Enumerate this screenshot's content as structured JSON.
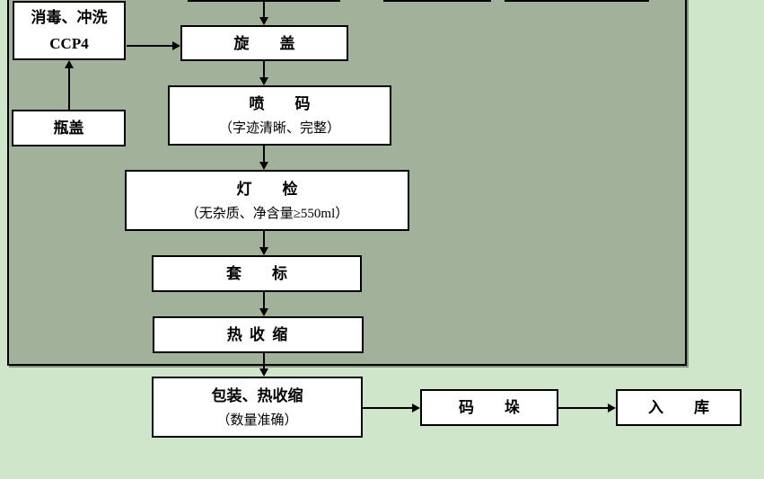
{
  "flowchart": {
    "colors": {
      "background": "#d0e6ca",
      "panel": "#a2b199",
      "panel_border": "#000000",
      "box_fill": "#ffffff",
      "box_border": "#000000",
      "arrow": "#000000",
      "text": "#000000"
    },
    "nodes": {
      "disinfect_rinse": {
        "line1": "消毒、冲洗",
        "line2": "CCP4"
      },
      "bottle_cap": {
        "label": "瓶盖"
      },
      "capping": {
        "label": "旋　　盖"
      },
      "ink_coding": {
        "line1": "喷　　码",
        "line2": "（字迹清晰、完整）"
      },
      "light_inspection": {
        "line1": "灯　　检",
        "line2": "（无杂质、净含量≥550ml）"
      },
      "sleeve_labeling": {
        "label": "套　　标"
      },
      "heat_shrink": {
        "label": "热 收 缩"
      },
      "packing": {
        "line1": "包装、热收缩",
        "line2": "（数量准确）"
      },
      "palletizing": {
        "label": "码　　垛"
      },
      "warehousing": {
        "label": "入　　库"
      }
    },
    "edges": [
      {
        "from": "upstream-cutoff-box",
        "to": "capping",
        "direction": "down"
      },
      {
        "from": "disinfect_rinse",
        "to": "capping",
        "direction": "right"
      },
      {
        "from": "bottle_cap",
        "to": "disinfect_rinse",
        "direction": "up"
      },
      {
        "from": "capping",
        "to": "ink_coding",
        "direction": "down"
      },
      {
        "from": "ink_coding",
        "to": "light_inspection",
        "direction": "down"
      },
      {
        "from": "light_inspection",
        "to": "sleeve_labeling",
        "direction": "down"
      },
      {
        "from": "sleeve_labeling",
        "to": "heat_shrink",
        "direction": "down"
      },
      {
        "from": "heat_shrink",
        "to": "packing",
        "direction": "down"
      },
      {
        "from": "packing",
        "to": "palletizing",
        "direction": "right"
      },
      {
        "from": "palletizing",
        "to": "warehousing",
        "direction": "right"
      }
    ]
  }
}
